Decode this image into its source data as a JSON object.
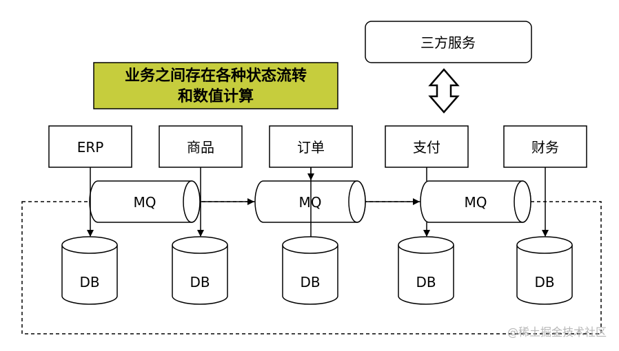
{
  "third_party_service": "三方服务",
  "note": {
    "line1": "业务之间存在各种状态流转",
    "line2": "和数值计算"
  },
  "systems": {
    "erp": "ERP",
    "product": "商品",
    "order": "订单",
    "payment": "支付",
    "finance": "财务"
  },
  "mq_label": "MQ",
  "db_label": "DB",
  "watermark": "@稀土掘金技术社区",
  "colors": {
    "note_fill": "#c6cd3d",
    "stroke": "#000000"
  }
}
